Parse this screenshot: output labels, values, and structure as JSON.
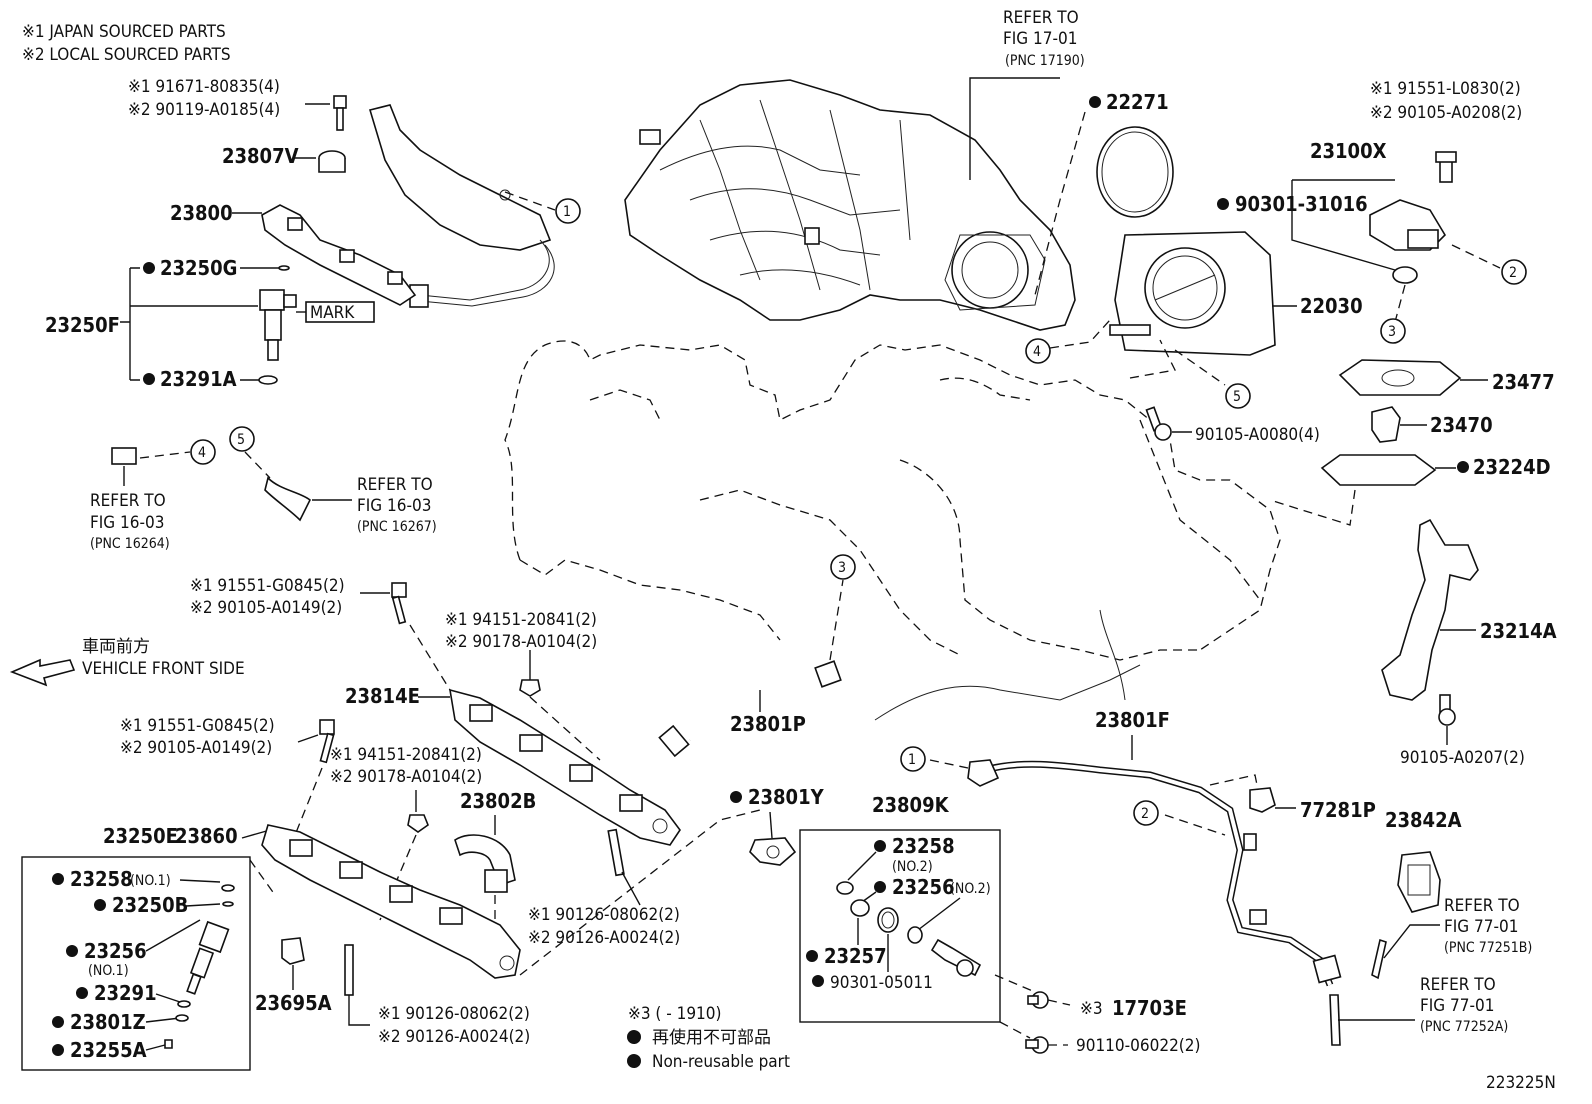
{
  "header": {
    "note1": "※1 JAPAN SOURCED PARTS",
    "note2": "※2 LOCAL SOURCED PARTS"
  },
  "labels": {
    "bolt_top_1": "※1 91671-80835(4)",
    "bolt_top_2": "※2 90119-A0185(4)",
    "p23807V": "23807V",
    "p23800": "23800",
    "p23250G": "23250G",
    "p23250F": "23250F",
    "mark": "MARK",
    "p23291A": "23291A",
    "refer_a1": "REFER TO",
    "refer_a2": "FIG 16-03",
    "refer_a3": "(PNC 16264)",
    "refer_b1": "REFER TO",
    "refer_b2": "FIG 16-03",
    "refer_b3": "(PNC 16267)",
    "refer_c1": "REFER TO",
    "refer_c2": "FIG 17-01",
    "refer_c3": "(PNC 17190)",
    "p22271": "22271",
    "bolt_r1": "※1 91551-L0830(2)",
    "bolt_r2": "※2 90105-A0208(2)",
    "p23100X": "23100X",
    "p90301_31016": "90301-31016",
    "p22030": "22030",
    "p23477": "23477",
    "p23470": "23470",
    "p90105_A0080": "90105-A0080(4)",
    "p23224D": "23224D",
    "p23214A": "23214A",
    "p90105_A0207": "90105-A0207(2)",
    "bolt_l1": "※1 91551-G0845(2)",
    "bolt_l2": "※2 90105-A0149(2)",
    "nut_1": "※1 94151-20841(2)",
    "nut_2": "※2 90178-A0104(2)",
    "front_jp": "車両前方",
    "front_en": "VEHICLE FRONT SIDE",
    "p23814E": "23814E",
    "p23801P": "23801P",
    "p23801F": "23801F",
    "bolt_m1": "※1 91551-G0845(2)",
    "bolt_m2": "※2 90105-A0149(2)",
    "nut_m1": "※1 94151-20841(2)",
    "nut_m2": "※2 90178-A0104(2)",
    "p23802B": "23802B",
    "p23801Y": "23801Y",
    "p23809K": "23809K",
    "p77281P": "77281P",
    "p23842A": "23842A",
    "p23250E": "23250E",
    "p23860": "23860",
    "p23258_no1": "23258",
    "no1_a": "(NO.1)",
    "p23250B": "23250B",
    "p23256_no1": "23256",
    "no1_b": "(NO.1)",
    "p23291": "23291",
    "p23801Z": "23801Z",
    "p23255A": "23255A",
    "p23695A": "23695A",
    "stud_a1": "※1 90126-08062(2)",
    "stud_a2": "※2 90126-A0024(2)",
    "stud_b1": "※1 90126-08062(2)",
    "stud_b2": "※2 90126-A0024(2)",
    "p23258_no2": "23258",
    "no2_a": "(NO.2)",
    "p23256_no2": "23256",
    "no2_b": "(NO.2)",
    "p23257": "23257",
    "p90301_05011": "90301-05011",
    "p17703E": "17703E",
    "note3": "※3",
    "p90110_06022": "90110-06022(2)",
    "refer_d1": "REFER TO",
    "refer_d2": "FIG 77-01",
    "refer_d3": "(PNC 77251B)",
    "refer_e1": "REFER TO",
    "refer_e2": "FIG 77-01",
    "refer_e3": "(PNC 77252A)",
    "legend_note3": "※3 (         - 1910)",
    "legend_jp": "再使用不可部品",
    "legend_en": "Non-reusable part",
    "fig_id": "223225N"
  },
  "callouts": [
    "1",
    "2",
    "3",
    "4",
    "5"
  ]
}
